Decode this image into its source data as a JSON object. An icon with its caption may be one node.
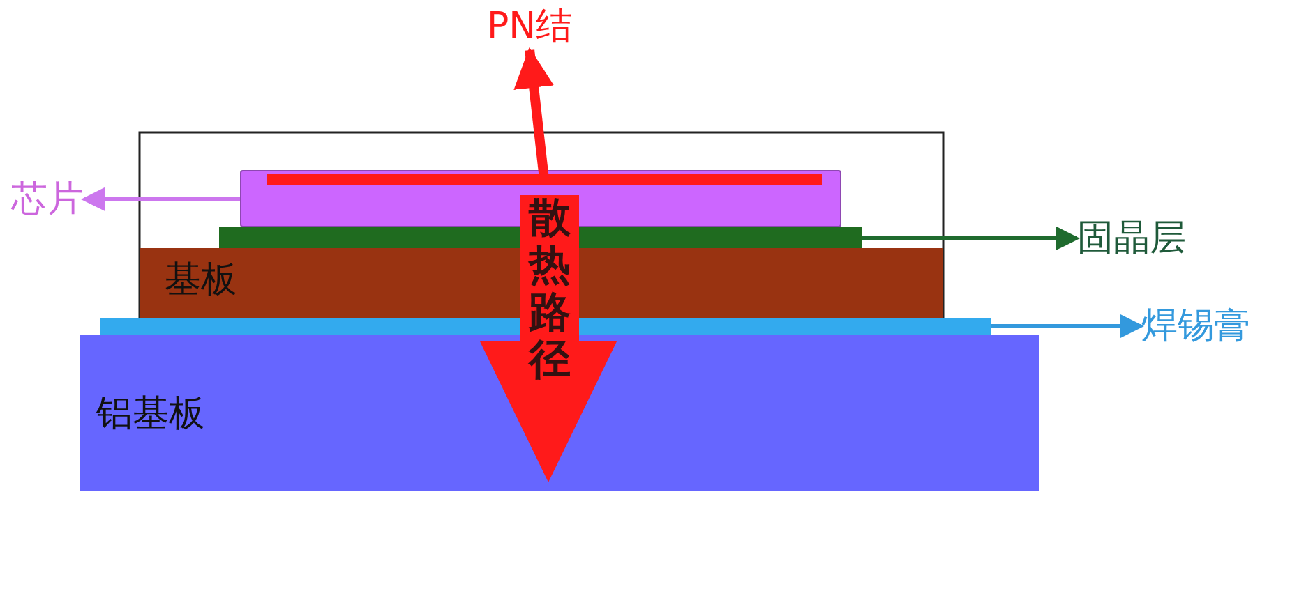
{
  "diagram": {
    "nodes": [
      {
        "text": [
          "PN结"
        ]
      },
      {
        "text": [],
        "shape": "bar",
        "in": 3
      },
      {
        "text": [
          "芯片"
        ]
      },
      {
        "text": [],
        "shape": "box"
      },
      {
        "text": [
          "固晶层"
        ]
      },
      {
        "text": [],
        "shape": "bar"
      },
      {
        "text": [
          "基板"
        ]
      },
      {
        "text": [
          "焊锡膏"
        ]
      },
      {
        "text": [],
        "shape": "bar"
      },
      {
        "text": [
          "铝基板"
        ]
      },
      {
        "text": [
          "散热路径"
        ]
      }
    ],
    "edges": [
      {
        "from": 1,
        "to": 0,
        "arrow": "to",
        "style": "thick",
        "color": "#ff1a1a"
      },
      {
        "from": 3,
        "to": 2,
        "arrow": "to",
        "color": "#cc77ee"
      },
      {
        "from": 5,
        "to": 4,
        "arrow": "to",
        "color": "#1f6b2e"
      },
      {
        "from": 8,
        "to": 7,
        "arrow": "to",
        "color": "#3399dd"
      }
    ]
  }
}
